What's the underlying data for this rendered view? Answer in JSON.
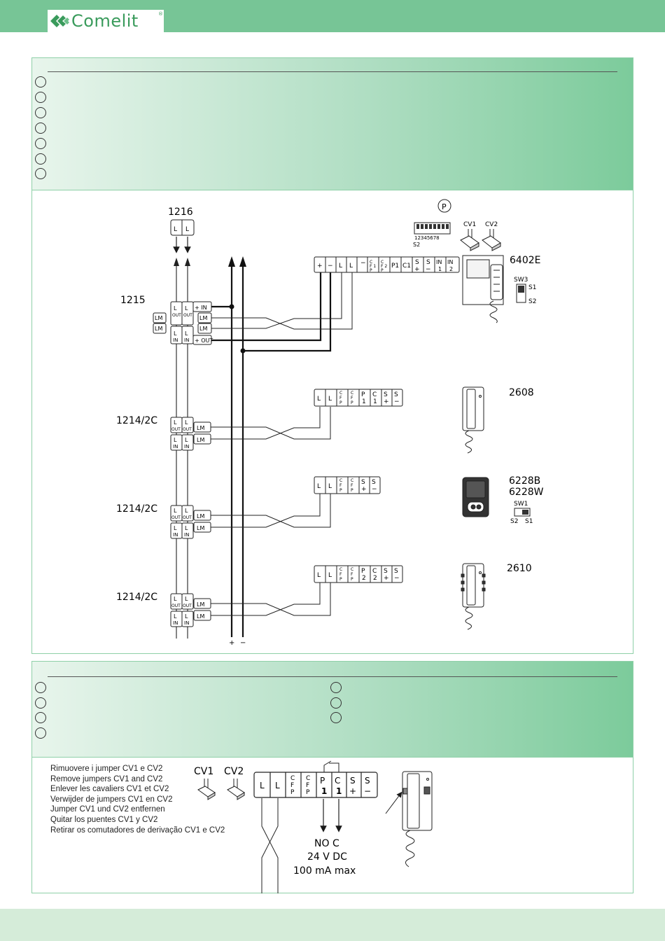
{
  "brand": {
    "name": "Comelit",
    "registered": "®"
  },
  "colors": {
    "accent": "#77c596",
    "bottom_band": "#d5ecd9",
    "line": "#1a1a1a"
  },
  "diagram": {
    "p_badge": "P",
    "dip_numbers": "12345678",
    "dip_s2": "S2",
    "cv1": "CV1",
    "cv2": "CV2",
    "m1216": "1216",
    "m1215": "1215",
    "m1214a": "1214/2C",
    "m1214b": "1214/2C",
    "m1214c": "1214/2C",
    "m6402e": "6402E",
    "sw3": "SW3",
    "s1": "S1",
    "s2": "S2",
    "m2608": "2608",
    "m6228b": "6228B",
    "m6228w": "6228W",
    "sw1": "SW1",
    "sw1_s2": "S2",
    "sw1_s1": "S1",
    "m2610": "2610",
    "bus_plus": "+",
    "bus_minus": "−"
  },
  "jumpers": {
    "lines": [
      "Rimuovere i jumper CV1 e CV2",
      "Remove jumpers CV1 and CV2",
      "Enlever les cavaliers CV1 et CV2",
      "Verwijder de jumpers CV1 en CV2",
      "Jumper CV1 und CV2 entfernen",
      "Quitar los puentes CV1 y CV2",
      "Retirar os comutadores de derivação CV1 e CV2"
    ],
    "cv1": "CV1",
    "cv2": "CV2",
    "no_c": "NO C",
    "voltage": "24 V DC",
    "current": "100 mA max"
  }
}
